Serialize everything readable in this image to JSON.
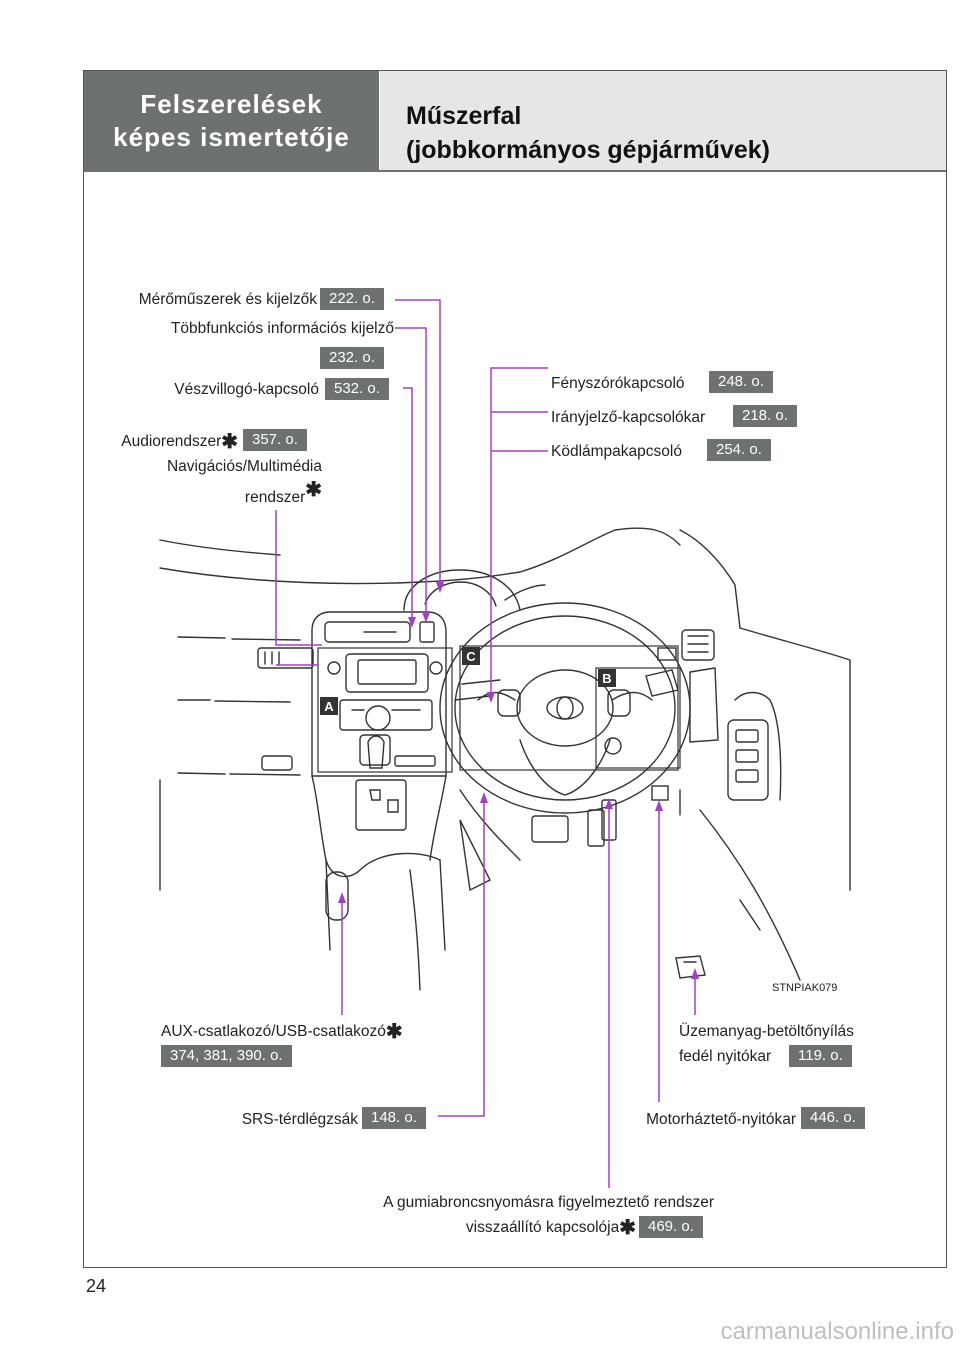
{
  "header": {
    "section_line1": "Felszerelések",
    "section_line2": "képes ismertetője",
    "title_line1": "Műszerfal",
    "title_line2": "(jobbkormányos gépjárművek)"
  },
  "labels": {
    "gauges": "Mérőműszerek és kijelzők",
    "gauges_page": "222. o.",
    "multi_info": "Többfunkciós információs kijelző",
    "multi_info_page": "232. o.",
    "hazard": "Vészvillogó-kapcsoló",
    "hazard_page": "532. o.",
    "audio": "Audiorendszer",
    "audio_page": "357. o.",
    "nav_line1": "Navigációs/Multimédia",
    "nav_line2": "rendszer",
    "headlight": "Fényszórókapcsoló",
    "headlight_page": "248. o.",
    "turn": "Irányjelző-kapcsolókar",
    "turn_page": "218. o.",
    "fog": "Ködlámpakapcsoló",
    "fog_page": "254. o.",
    "aux": "AUX-csatlakozó/USB-csatlakozó",
    "aux_page": "374, 381, 390. o.",
    "fuel_line1": "Üzemanyag-betöltőnyílás",
    "fuel_line2": "fedél nyitókar",
    "fuel_page": "119. o.",
    "srs": "SRS-térdlégzsák",
    "srs_page": "148. o.",
    "hood": "Motorháztető-nyitókar",
    "hood_page": "446. o.",
    "tire_line1": "A gumiabroncsnyomásra figyelmeztető rendszer",
    "tire_line2": "visszaállító kapcsolója",
    "tire_page": "469. o.",
    "star": "✱"
  },
  "figure": {
    "code": "STNPIAK079",
    "callout_a": "A",
    "callout_b": "B",
    "callout_c": "C"
  },
  "page_number": "24",
  "watermark": "carmanualsonline.info",
  "colors": {
    "header_dark": "#6d7271",
    "header_light": "#e6e6e6",
    "leader": "#a040c8"
  }
}
